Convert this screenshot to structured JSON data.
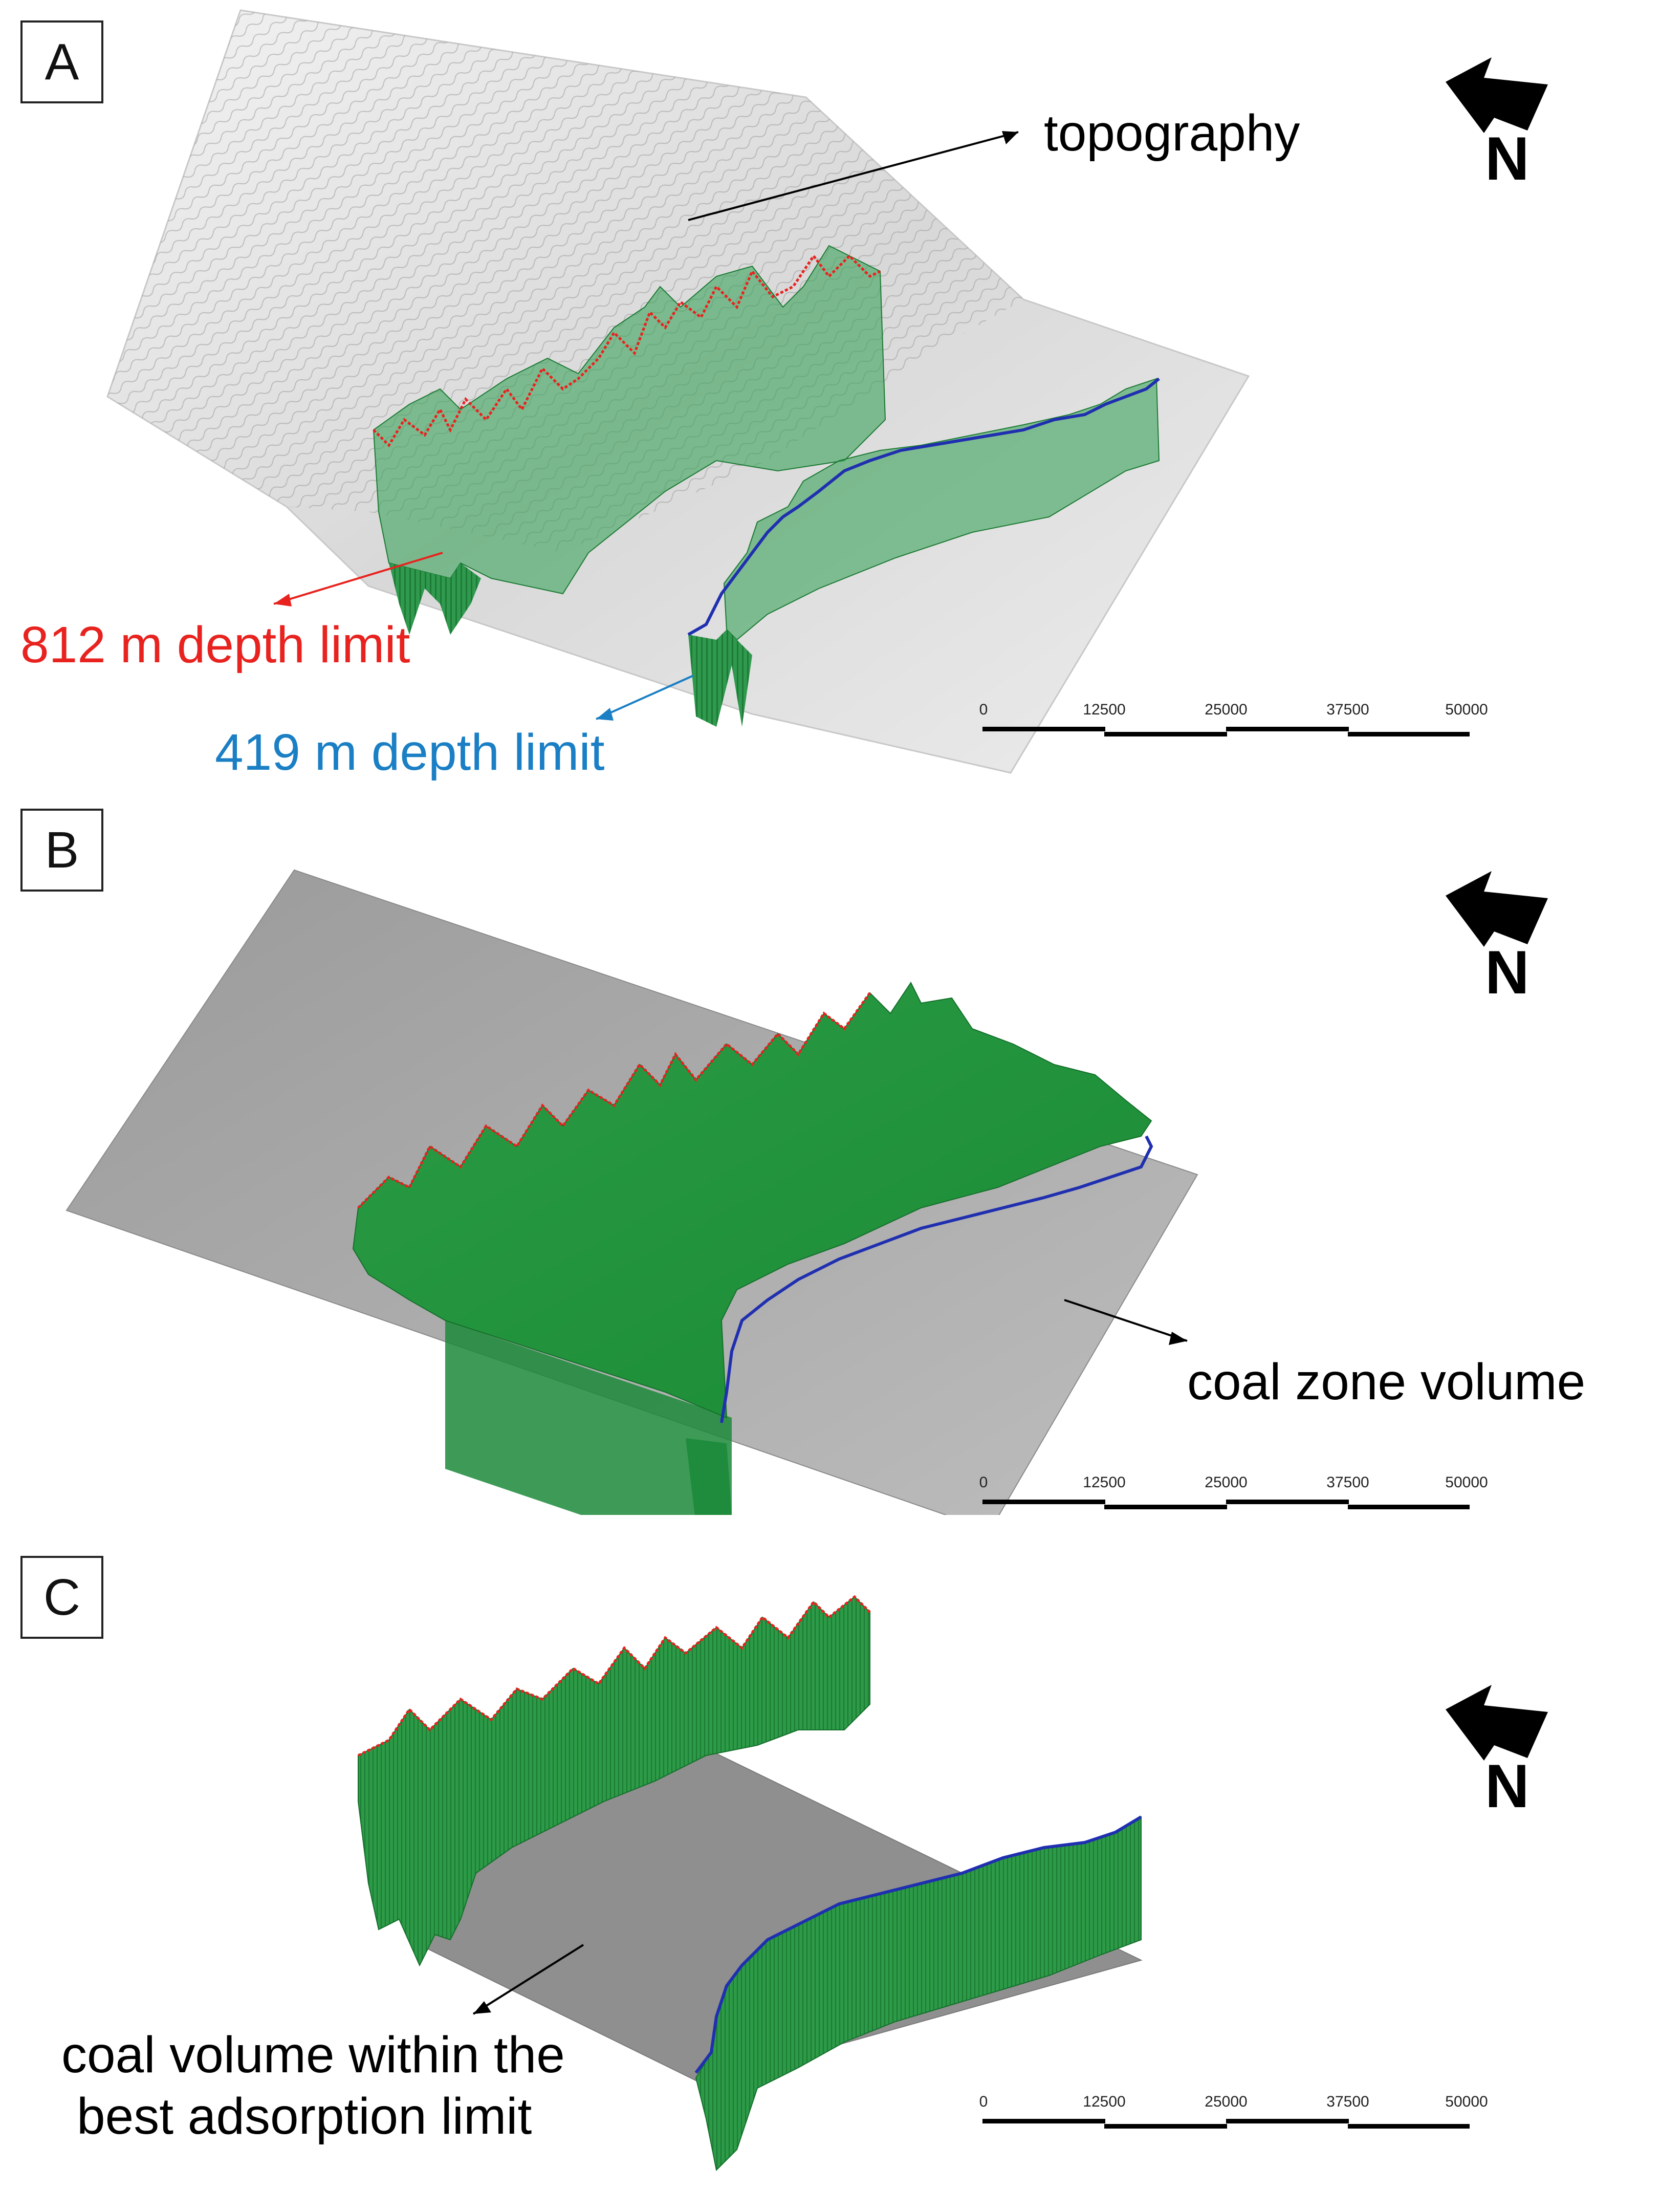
{
  "panels": [
    {
      "id": "A",
      "label": "A"
    },
    {
      "id": "B",
      "label": "B"
    },
    {
      "id": "C",
      "label": "C"
    }
  ],
  "north_arrow": {
    "letter": "N",
    "icon": "north-arrow-icon"
  },
  "callouts": {
    "topography": "topography",
    "red_limit": "812 m depth limit",
    "blue_limit": "419 m depth limit",
    "coal_zone": "coal zone volume",
    "coal_volume_line1": "coal volume within the",
    "coal_volume_line2": "best adsorption limit"
  },
  "scalebar": {
    "ticks": [
      "0",
      "12500",
      "25000",
      "37500",
      "50000"
    ]
  },
  "colors": {
    "red_limit": "#e8231f",
    "blue_limit": "#1a7fc4",
    "volume_green": "#1f8a3a",
    "plane_gray": "#8e8e8e",
    "topography_gray": "#d9d9d9"
  }
}
